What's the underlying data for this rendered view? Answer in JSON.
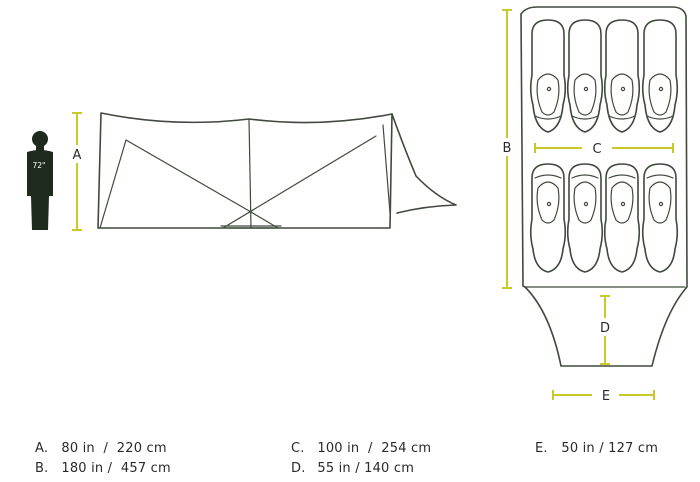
{
  "person": {
    "height_label": "72\""
  },
  "dimension_markers": {
    "a": "A",
    "b": "B",
    "c": "C",
    "d": "D",
    "e": "E"
  },
  "specs": [
    {
      "label": "A.",
      "value": "80 in  /  220 cm"
    },
    {
      "label": "B.",
      "value": "180 in /  457 cm"
    },
    {
      "label": "C.",
      "value": "100 in  /  254 cm"
    },
    {
      "label": "D.",
      "value": "55 in / 140 cm"
    },
    {
      "label": "E.",
      "value": "50 in / 127 cm"
    }
  ],
  "colors": {
    "outline": "#3e4a3c",
    "dimension": "#c9c92a",
    "person": "#1f2b1f"
  }
}
